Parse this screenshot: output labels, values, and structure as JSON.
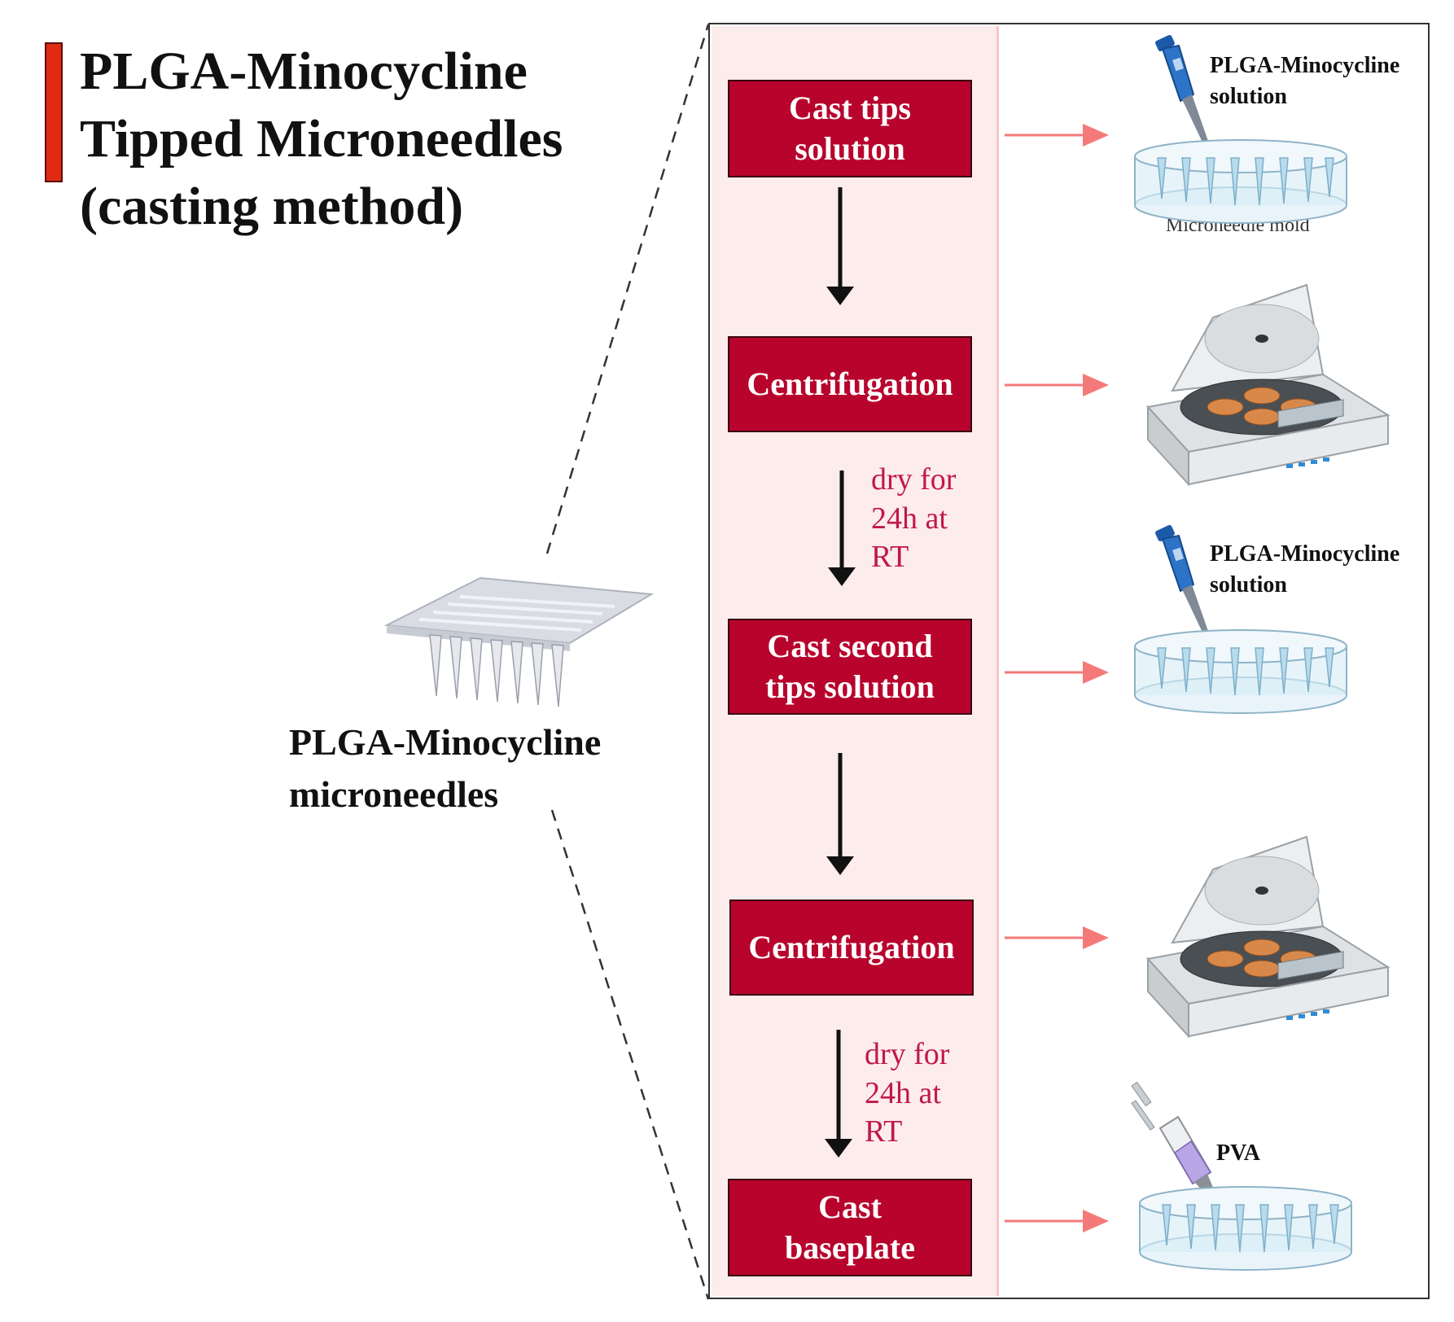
{
  "title": {
    "line1": "PLGA-Minocycline",
    "line2": "Tipped Microneedles",
    "line3": "(casting method)"
  },
  "microneedle_label": "PLGA-Minocycline\nmicroneedles",
  "steps": [
    {
      "label": "Cast tips\nsolution"
    },
    {
      "label": "Centrifugation"
    },
    {
      "label": "Cast second\ntips solution"
    },
    {
      "label": "Centrifugation"
    },
    {
      "label": "Cast\nbaseplate"
    }
  ],
  "dry_notes": [
    "dry for\n24h at\nRT",
    "dry for\n24h at\nRT"
  ],
  "illustrations": {
    "pipette_label_1": "PLGA-Minocycline\nsolution",
    "mold_label": "Microneedle mold",
    "pipette_label_2": "PLGA-Minocycline\nsolution",
    "syringe_label": "PVA"
  },
  "colors": {
    "step_fill": "#b8042d",
    "dry_text": "#c0184a",
    "arrow_pink": "#f47a7a",
    "panel_pink": "#fdecec",
    "title_bar": "#e02a12"
  },
  "icons": [
    "pipette-icon",
    "microneedle-mold-icon",
    "centrifuge-icon",
    "syringe-icon",
    "microneedle-patch-icon"
  ]
}
